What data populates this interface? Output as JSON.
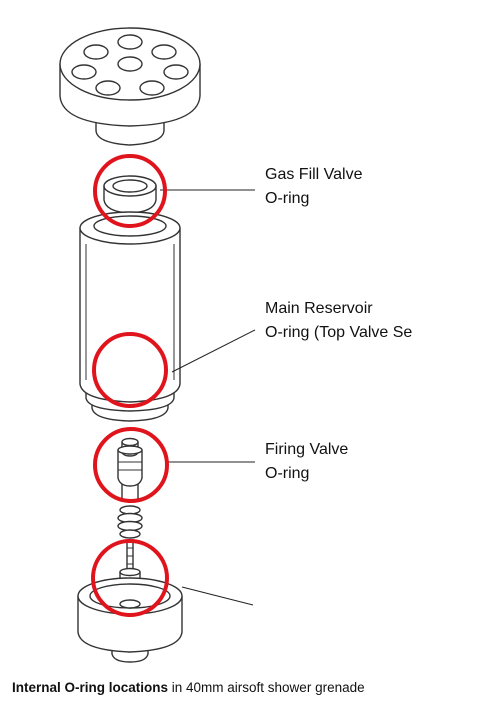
{
  "callouts": {
    "gas_fill": {
      "line1": "Gas Fill Valve",
      "line2": "O-ring"
    },
    "reservoir": {
      "line1": "Main Reservoir",
      "line2": "O-ring (Top Valve Se"
    },
    "firing": {
      "line1": "Firing Valve",
      "line2": "O-ring"
    }
  },
  "caption": {
    "bold": "Internal O-ring locations",
    "rest": " in 40mm airsoft shower grenade"
  },
  "colors": {
    "highlight": "#e0141c",
    "outline": "#333333",
    "fill": "#ffffff"
  },
  "icons": {
    "marker": "red-circle-highlight"
  }
}
